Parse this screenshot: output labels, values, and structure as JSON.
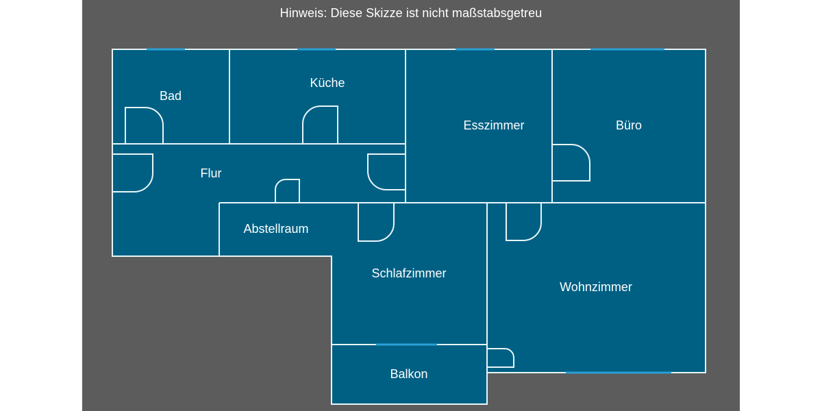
{
  "note": "Hinweis: Diese Skizze ist nicht maßstabsgetreu",
  "colors": {
    "background": "#5c5c5c",
    "room_fill": "#006083",
    "wall": "#e8f6fa",
    "window": "#2a9fd6",
    "text": "#ffffff"
  },
  "rooms": [
    {
      "id": "bad",
      "label": "Bad"
    },
    {
      "id": "kueche",
      "label": "Küche"
    },
    {
      "id": "esszimmer",
      "label": "Esszimmer"
    },
    {
      "id": "buero",
      "label": "Büro"
    },
    {
      "id": "flur",
      "label": "Flur"
    },
    {
      "id": "abstellraum",
      "label": "Abstellraum"
    },
    {
      "id": "schlafzimmer",
      "label": "Schlafzimmer"
    },
    {
      "id": "wohnzimmer",
      "label": "Wohnzimmer"
    },
    {
      "id": "balkon",
      "label": "Balkon"
    }
  ]
}
